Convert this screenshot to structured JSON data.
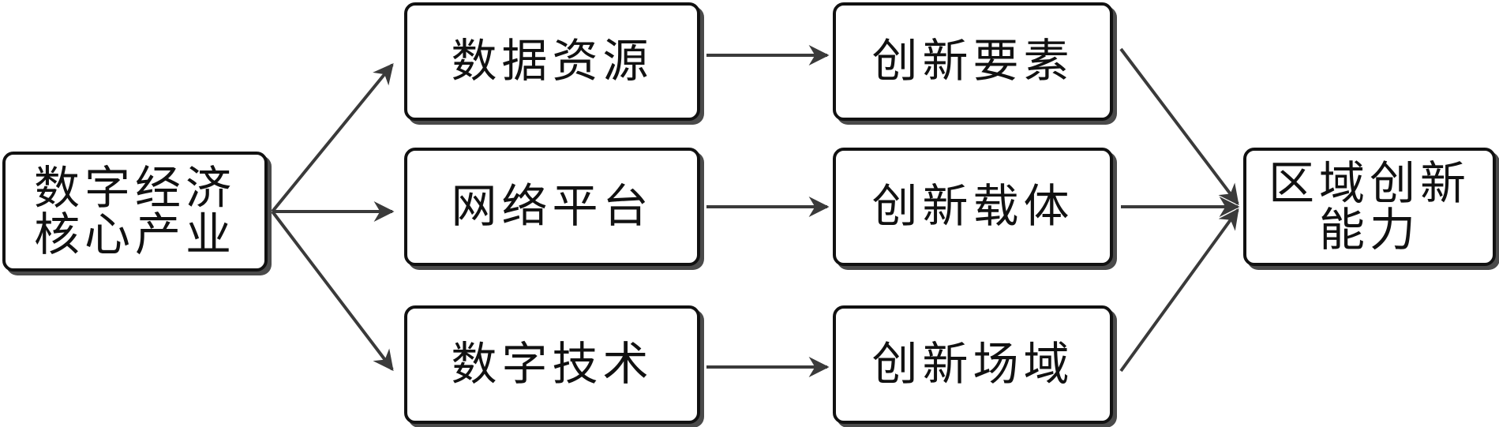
{
  "diagram": {
    "nodes": {
      "core": "数字经济\n核心产业",
      "data_resource": "数据资源",
      "network_platform": "网络平台",
      "digital_technology": "数字技术",
      "innovation_factor": "创新要素",
      "innovation_carrier": "创新载体",
      "innovation_scene": "创新场域",
      "regional_capability": "区域创新\n能力"
    },
    "edges": [
      {
        "from": "core",
        "to": "data_resource"
      },
      {
        "from": "core",
        "to": "network_platform"
      },
      {
        "from": "core",
        "to": "digital_technology"
      },
      {
        "from": "data_resource",
        "to": "innovation_factor"
      },
      {
        "from": "network_platform",
        "to": "innovation_carrier"
      },
      {
        "from": "digital_technology",
        "to": "innovation_scene"
      },
      {
        "from": "innovation_factor",
        "to": "regional_capability"
      },
      {
        "from": "innovation_carrier",
        "to": "regional_capability"
      },
      {
        "from": "innovation_scene",
        "to": "regional_capability"
      }
    ],
    "colors": {
      "stroke": "#111111",
      "arrow": "#3a3a3a",
      "shadow": "#4a4a4a",
      "background": "#ffffff"
    }
  }
}
